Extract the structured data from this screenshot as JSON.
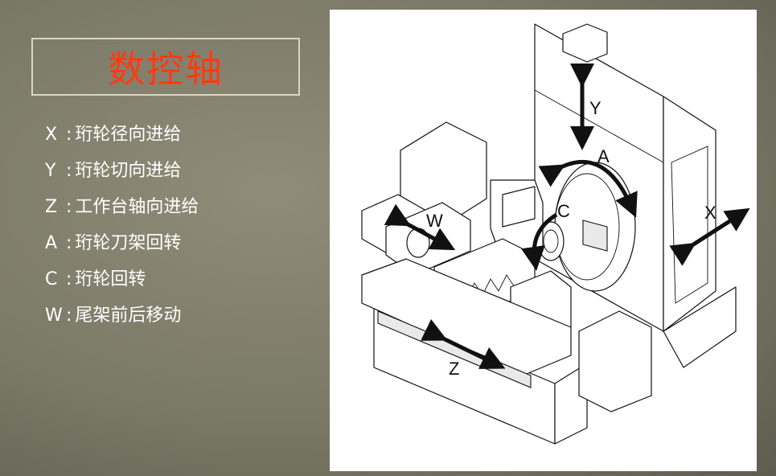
{
  "title": "数控轴",
  "axes": [
    {
      "letter": "X",
      "description": "珩轮径向进给"
    },
    {
      "letter": "Y",
      "description": "珩轮切向进给"
    },
    {
      "letter": "Z",
      "description": "工作台轴向进给"
    },
    {
      "letter": "A",
      "description": "珩轮刀架回转"
    },
    {
      "letter": "C",
      "description": "珩轮回转"
    },
    {
      "letter": "W",
      "description": "尾架前后移动"
    }
  ],
  "diagram": {
    "labels": {
      "y": "Y",
      "a": "A",
      "c": "C",
      "x": "X",
      "w": "W",
      "z": "Z"
    }
  },
  "colors": {
    "title": "#ff3b10",
    "background": "#7b7967",
    "text": "#ffffff"
  }
}
